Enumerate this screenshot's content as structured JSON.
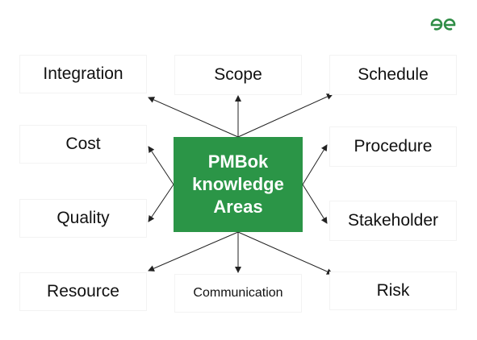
{
  "center": {
    "lines": [
      "PMBok",
      "knowledge",
      "Areas"
    ]
  },
  "areas": [
    {
      "label": "Integration"
    },
    {
      "label": "Scope"
    },
    {
      "label": "Schedule"
    },
    {
      "label": "Cost"
    },
    {
      "label": "Procedure"
    },
    {
      "label": "Quality"
    },
    {
      "label": "Stakeholder"
    },
    {
      "label": "Resource"
    },
    {
      "label": "Communication"
    },
    {
      "label": "Risk"
    }
  ],
  "colors": {
    "center_fill": "#2b9547",
    "logo": "#2f8d46",
    "arrow": "#222222"
  },
  "logo_icon": "geeksforgeeks-logo"
}
